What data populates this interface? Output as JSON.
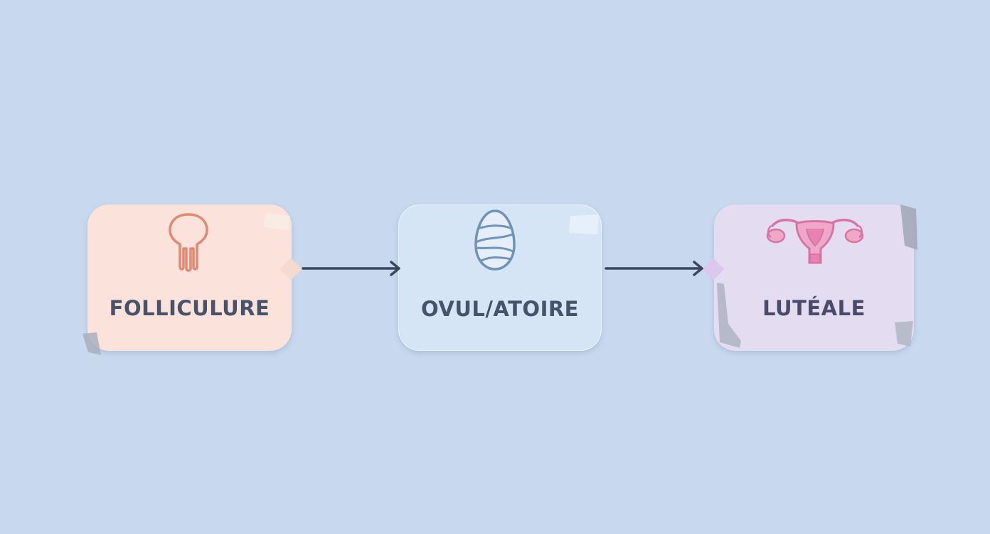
{
  "diagram": {
    "stages": [
      {
        "label": "FOLLICULURE",
        "icon": "follicle-icon",
        "color": "#fbe3dc"
      },
      {
        "label": "OVUL/ATOIRE",
        "icon": "egg-icon",
        "color": "#d6e5f6"
      },
      {
        "label": "LUTÉALE",
        "icon": "uterus-icon",
        "color": "#e4ddf1"
      }
    ],
    "background_color": "#c8d9ef",
    "arrow_color": "#3a4660"
  }
}
